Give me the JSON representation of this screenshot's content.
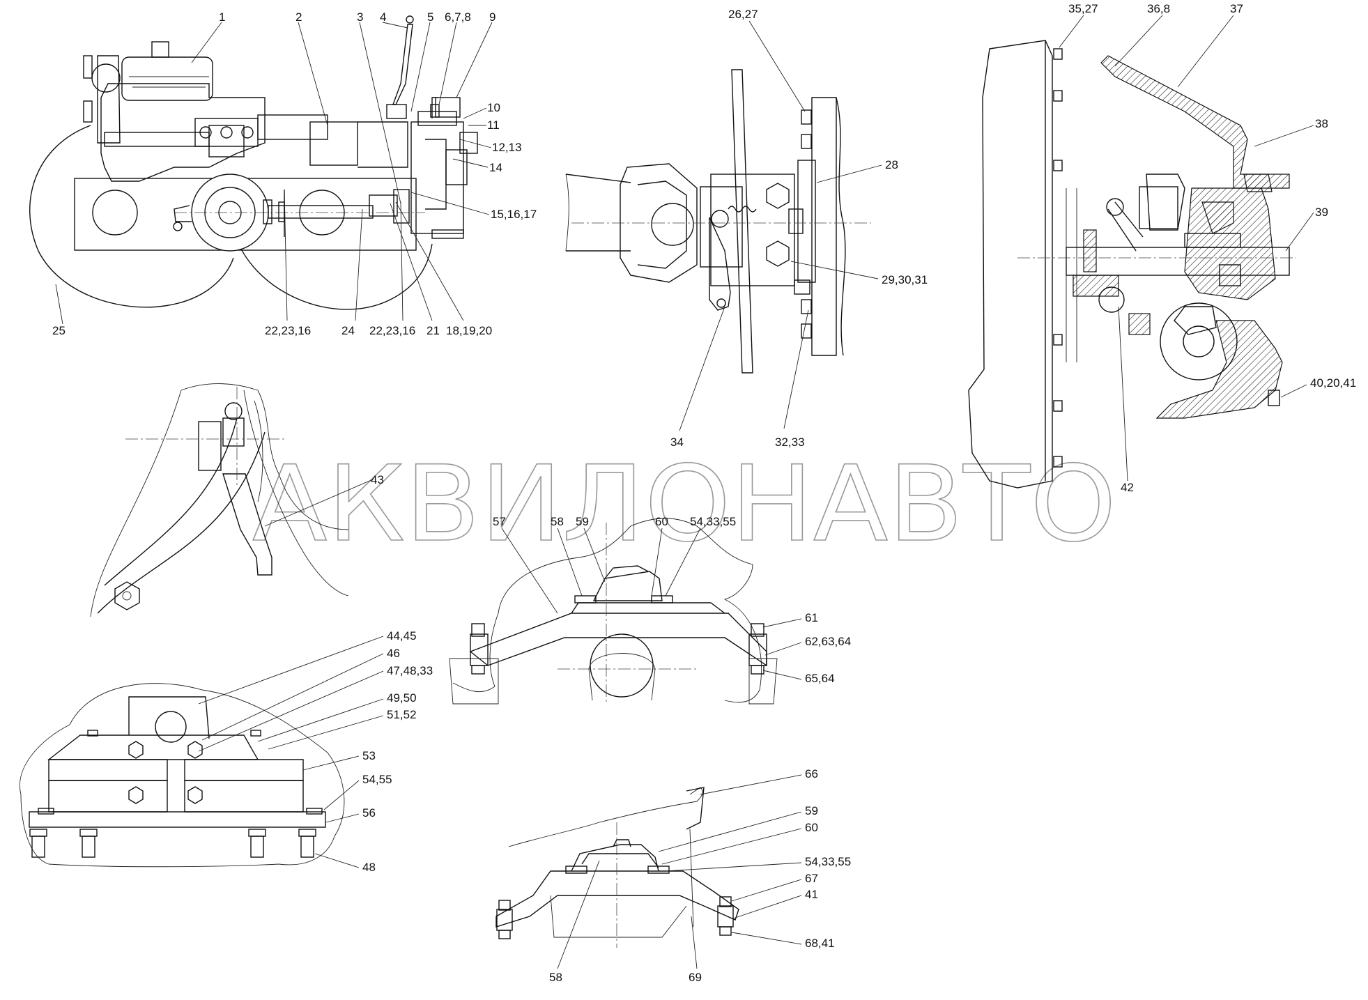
{
  "watermark": "АКВИЛОНАВТО",
  "callouts": {
    "c1": "1",
    "c2": "2",
    "c3": "3",
    "c4": "4",
    "c5": "5",
    "c6": "6,7,8",
    "c9": "9",
    "c10": "10",
    "c11": "11",
    "c12": "12,13",
    "c14": "14",
    "c15": "15,16,17",
    "c18": "18,19,20",
    "c21": "21",
    "c22a": "22,23,16",
    "c22b": "22,23,16",
    "c24": "24",
    "c25": "25",
    "c26": "26,27",
    "c28": "28",
    "c29": "29,30,31",
    "c32": "32,33",
    "c34": "34",
    "c35": "35,27",
    "c36": "36,8",
    "c37": "37",
    "c38": "38",
    "c39": "39",
    "c40": "40,20,41",
    "c42": "42",
    "c43": "43",
    "c44": "44,45",
    "c46": "46",
    "c47": "47,48,33",
    "c49": "49,50",
    "c51": "51,52",
    "c53": "53",
    "c54a": "54,55",
    "c56": "56",
    "c48": "48",
    "c57": "57",
    "c58a": "58",
    "c59a": "59",
    "c60a": "60",
    "c54b": "54,33,55",
    "c61": "61",
    "c62": "62,63,64",
    "c65": "65,64",
    "c66": "66",
    "c59b": "59",
    "c60b": "60",
    "c54c": "54,33,55",
    "c67": "67",
    "c41": "41",
    "c68": "68,41",
    "c58b": "58",
    "c69": "69"
  }
}
